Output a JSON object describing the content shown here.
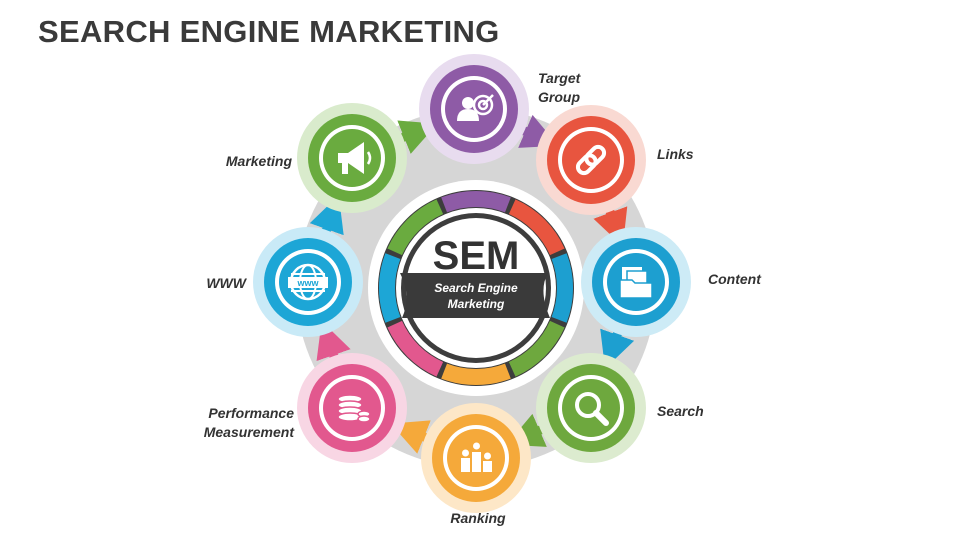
{
  "title": "SEARCH ENGINE MARKETING",
  "hub": {
    "abbreviation": "SEM",
    "subtitle_line1": "Search Engine",
    "subtitle_line2": "Marketing"
  },
  "nodes": [
    {
      "id": "target-group",
      "label_line1": "Target",
      "label_line2": "Group",
      "icon": "target-audience-icon",
      "color": "#8e5ba6",
      "halo": "#e8dcef"
    },
    {
      "id": "links",
      "label_line1": "Links",
      "label_line2": "",
      "icon": "chain-link-icon",
      "color": "#e8553f",
      "halo": "#f9d9d2"
    },
    {
      "id": "content",
      "label_line1": "Content",
      "label_line2": "",
      "icon": "documents-folder-icon",
      "color": "#1d9fd0",
      "halo": "#cdebf6"
    },
    {
      "id": "search",
      "label_line1": "Search",
      "label_line2": "",
      "icon": "magnifier-icon",
      "color": "#6ea83e",
      "halo": "#dcebcf"
    },
    {
      "id": "ranking",
      "label_line1": "Ranking",
      "label_line2": "",
      "icon": "ranking-podium-icon",
      "color": "#f5a93a",
      "halo": "#fde7c7"
    },
    {
      "id": "performance-measurement",
      "label_line1": "Performance",
      "label_line2": "Measurement",
      "icon": "coins-database-icon",
      "color": "#e2588e",
      "halo": "#f8d6e4"
    },
    {
      "id": "www",
      "label_line1": "WWW",
      "label_line2": "",
      "icon": "www-globe-icon",
      "color": "#1da6d6",
      "halo": "#c9eaf7"
    },
    {
      "id": "marketing",
      "label_line1": "Marketing",
      "label_line2": "",
      "icon": "megaphone-icon",
      "color": "#6aab3f",
      "halo": "#d9ebcc"
    }
  ],
  "colors": {
    "gear": "#d6d6d6",
    "ring_dark": "#3d3d3d",
    "ribbon": "#3a3a3a",
    "icon_white": "#ffffff"
  }
}
